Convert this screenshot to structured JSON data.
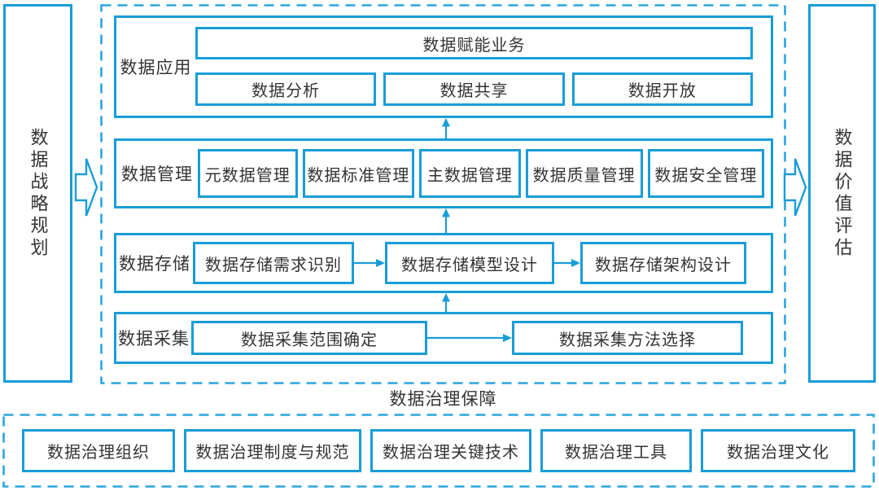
{
  "palette": {
    "line_blue": "#189dd8",
    "dash_blue": "#29a5de",
    "text_dark": "#343434",
    "background": "#ffffff"
  },
  "left_panel": {
    "label": "数据战略规划"
  },
  "right_panel": {
    "label": "数据价值评估"
  },
  "framework": {
    "layers": [
      {
        "label": "数据应用",
        "full_box": "数据赋能业务",
        "boxes": [
          "数据分析",
          "数据共享",
          "数据开放"
        ]
      },
      {
        "label": "数据管理",
        "boxes": [
          "元数据管理",
          "数据标准管理",
          "主数据管理",
          "数据质量管理",
          "数据安全管理"
        ]
      },
      {
        "label": "数据存储",
        "boxes": [
          "数据存储需求识别",
          "数据存储模型设计",
          "数据存储架构设计"
        ]
      },
      {
        "label": "数据采集",
        "boxes": [
          "数据采集范围确定",
          "数据采集方法选择"
        ]
      }
    ]
  },
  "support": {
    "label": "数据治理保障",
    "boxes": [
      "数据治理组织",
      "数据治理制度与规范",
      "数据治理关键技术",
      "数据治理工具",
      "数据治理文化"
    ]
  }
}
